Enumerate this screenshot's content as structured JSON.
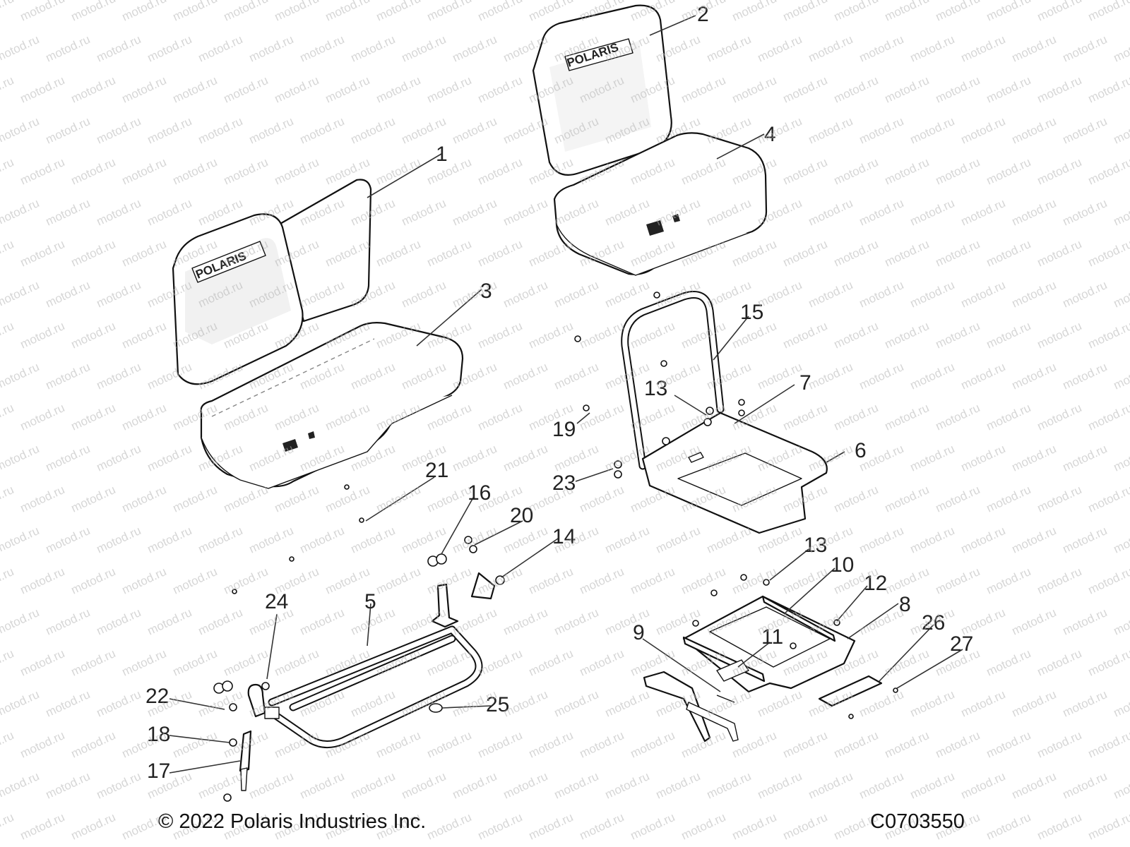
{
  "watermark": "motod.ru",
  "brand_logo": "POLARIS",
  "footer": {
    "copyright": "© 2022 Polaris Industries Inc.",
    "figure_code": "C0703550"
  },
  "callouts": {
    "c1": "1",
    "c2": "2",
    "c3": "3",
    "c4": "4",
    "c5": "5",
    "c6": "6",
    "c7": "7",
    "c8": "8",
    "c9": "9",
    "c10": "10",
    "c11": "11",
    "c12": "12",
    "c13a": "13",
    "c13b": "13",
    "c14": "14",
    "c15": "15",
    "c16": "16",
    "c17": "17",
    "c18": "18",
    "c19": "19",
    "c20": "20",
    "c21": "21",
    "c22": "22",
    "c23": "23",
    "c24": "24",
    "c25": "25",
    "c26": "26",
    "c27": "27"
  },
  "colors": {
    "line": "#111111",
    "shade": "#e6e6e6",
    "watermark": "#b5b5b5"
  }
}
